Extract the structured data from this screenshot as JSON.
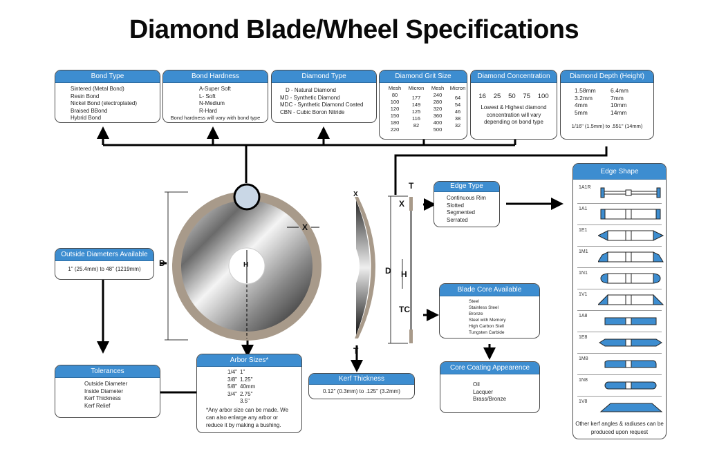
{
  "title": "Diamond Blade/Wheel Specifications",
  "bond_type": {
    "header": "Bond Type",
    "items": [
      "Sintered (Metal Bond)",
      "Resin Bond",
      "Nickel Bond (electroplated)",
      "Braised BBond",
      "Hybrid Bond"
    ]
  },
  "bond_hardness": {
    "header": "Bond Hardness",
    "items": [
      "A-Super Soft",
      "L- Soft",
      "N-Medium",
      "R-Hard"
    ],
    "note": "Bond hardness will vary with bond type"
  },
  "diamond_type": {
    "header": "Diamond Type",
    "items": [
      "D - Natural Diamond",
      "MD - Synthetic Diamond",
      "MDC - Synthetic Diamond Coated",
      "CBN - Cubic Boron Nitride"
    ]
  },
  "grit_size": {
    "header": "Diamond Grit Size",
    "columns": [
      "Mesh",
      "Micron",
      "Mesh",
      "Micron"
    ],
    "mesh1": [
      "80",
      "100",
      "120",
      "150",
      "180",
      "220"
    ],
    "micron1": [
      "177",
      "149",
      "125",
      "116",
      "82"
    ],
    "mesh2": [
      "240",
      "280",
      "320",
      "360",
      "400",
      "500"
    ],
    "micron2": [
      "64",
      "54",
      "46",
      "38",
      "32"
    ]
  },
  "concentration": {
    "header": "Diamond Concentration",
    "values": [
      "16",
      "25",
      "50",
      "75",
      "100"
    ],
    "note": "Lowest & Highest diamond concentration will vary depending on bond type"
  },
  "depth": {
    "header": "Diamond Depth (Height)",
    "col1": [
      "1.58mm",
      "3.2mm",
      "4mm",
      "5mm"
    ],
    "col2": [
      "6.4mm",
      "7mm",
      "10mm",
      "14mm"
    ],
    "range": "1/16\" (1.5mm) to .551\" (14mm)"
  },
  "edge_type": {
    "header": "Edge Type",
    "items": [
      "Continuous Rim",
      "Slotted",
      "Segmented",
      "Serrated"
    ]
  },
  "edge_shape": {
    "header": "Edge Shape",
    "shapes": [
      "1A1R",
      "1A1",
      "1E1",
      "1M1",
      "1N1",
      "1V1",
      "1A8",
      "1E8",
      "1M8",
      "1N8",
      "1V8"
    ],
    "note": "Other kerf angles & radiuses can be produced upon request"
  },
  "outside_diameters": {
    "header": "Outside Diameters Available",
    "value": "1\" (25.4mm) to 48\" (1219mm)"
  },
  "tolerances": {
    "header": "Tolerances",
    "items": [
      "Outside Diameter",
      "Inside Diameter",
      "Kerf Thickness",
      "Kerf Relief"
    ]
  },
  "arbor": {
    "header": "Arbor Sizes*",
    "col1": [
      "1/4\"",
      "3/8\"",
      "5/8\"",
      "3/4\"",
      ""
    ],
    "col2": [
      "1\"",
      "1.25\"",
      "40mm",
      "2.75\"",
      "3.5\""
    ],
    "note": "*Any arbor size can be made. We can also enlarge any arbor or reduce it by making a bushing."
  },
  "kerf": {
    "header": "Kerf Thickness",
    "value": "0.12\" (0.3mm) to .125\" (3.2mm)"
  },
  "blade_core": {
    "header": "Blade Core Available",
    "items": [
      "Steel",
      "Stainless Steel",
      "Bronze",
      "Steel with Memory",
      "High Carbon Stell",
      "Tungsten Carbide"
    ]
  },
  "core_coating": {
    "header": "Core Coating Appearence",
    "items": [
      "Oil",
      "Lacquer",
      "Brass/Bronze"
    ]
  },
  "dimension_labels": {
    "D": "D",
    "H": "H",
    "X": "X",
    "T": "T",
    "TC": "TC"
  },
  "colors": {
    "header_blue": "#3d8dd0",
    "rim": "#a89a8a"
  }
}
